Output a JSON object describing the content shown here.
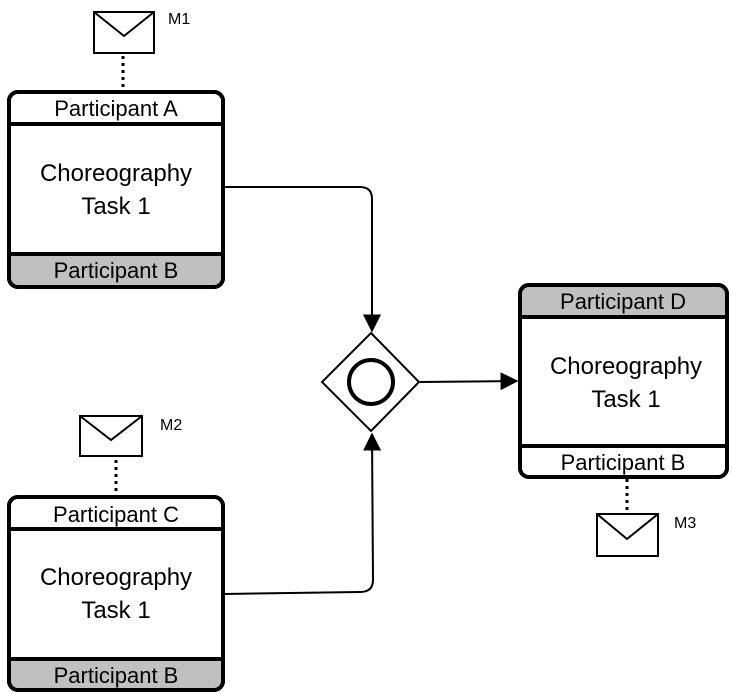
{
  "colors": {
    "stroke": "#000000",
    "initiating_band": "#ffffff",
    "non_initiating_band": "#c0c0c0",
    "task_fill": "#ffffff",
    "background": "#ffffff"
  },
  "tasks": [
    {
      "top_participant": "Participant A",
      "name_line1": "Choreography",
      "name_line2": "Task 1",
      "bottom_participant": "Participant B"
    },
    {
      "top_participant": "Participant C",
      "name_line1": "Choreography",
      "name_line2": "Task 1",
      "bottom_participant": "Participant B"
    },
    {
      "top_participant": "Participant D",
      "name_line1": "Choreography",
      "name_line2": "Task 1",
      "bottom_participant": "Participant B"
    }
  ],
  "messages": [
    {
      "label": "M1",
      "icon": "envelope-icon"
    },
    {
      "label": "M2",
      "icon": "envelope-icon"
    },
    {
      "label": "M3",
      "icon": "envelope-icon"
    }
  ],
  "gateway": {
    "type": "event-based",
    "icon": "gateway-circle-icon"
  }
}
